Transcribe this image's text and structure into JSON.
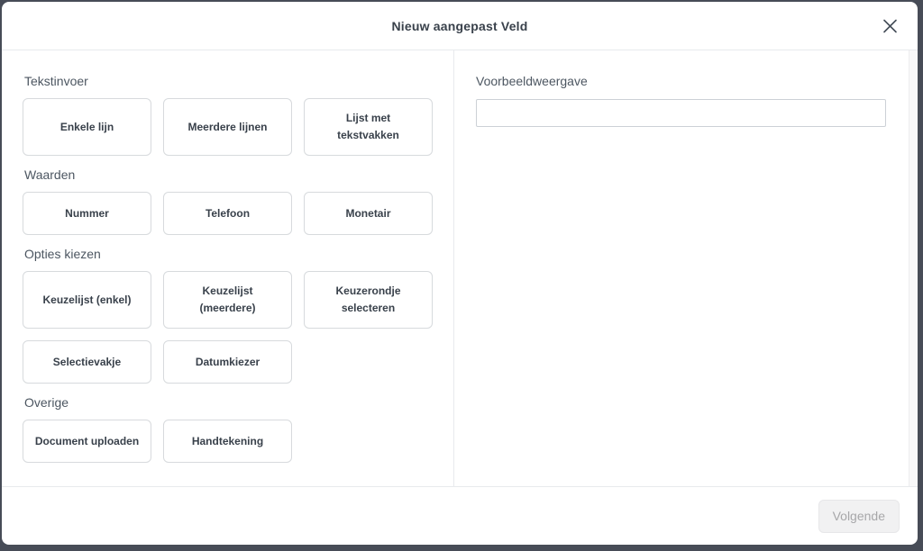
{
  "dialog": {
    "title": "Nieuw aangepast Veld"
  },
  "icons": {
    "close": "x-mark"
  },
  "sections": [
    {
      "label": "Tekstinvoer",
      "options": [
        "Enkele lijn",
        "Meerdere lijnen",
        "Lijst met tekstvakken"
      ]
    },
    {
      "label": "Waarden",
      "options": [
        "Nummer",
        "Telefoon",
        "Monetair"
      ]
    },
    {
      "label": "Opties kiezen",
      "options": [
        "Keuzelijst (enkel)",
        "Keuzelijst (meerdere)",
        "Keuzerondje selecteren",
        "Selectievakje",
        "Datumkiezer"
      ]
    },
    {
      "label": "Overige",
      "options": [
        "Document uploaden",
        "Handtekening"
      ]
    }
  ],
  "preview": {
    "label": "Voorbeeldweergave",
    "input_value": "",
    "input_placeholder": ""
  },
  "footer": {
    "next_label": "Volgende",
    "next_enabled": false
  },
  "colors": {
    "backdrop": "#474c57",
    "surface": "#ffffff",
    "text_primary": "#39414b",
    "text_secondary": "#4c5661",
    "button_border": "#d7dadd",
    "divider": "#e8eaed",
    "disabled_bg": "#f1f1f2",
    "disabled_text": "#a7a7a9"
  }
}
